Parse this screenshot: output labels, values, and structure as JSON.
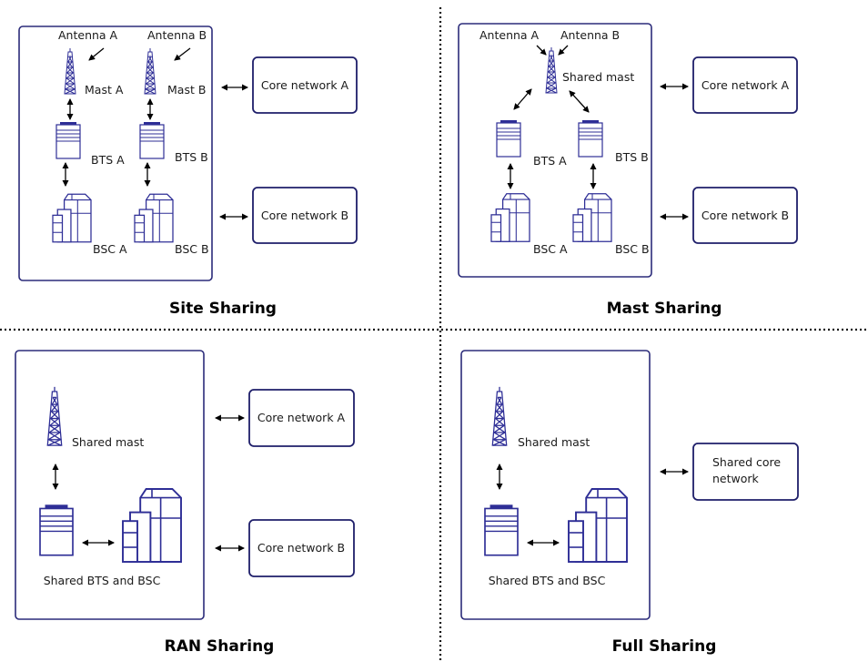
{
  "panels": {
    "site": {
      "caption": "Site Sharing",
      "antenna_a": "Antenna A",
      "antenna_b": "Antenna B",
      "mast_a": "Mast A",
      "mast_b": "Mast B",
      "bts_a": "BTS A",
      "bts_b": "BTS B",
      "bsc_a": "BSC A",
      "bsc_b": "BSC B",
      "core_a": "Core network A",
      "core_b": "Core network B"
    },
    "mast": {
      "caption": "Mast Sharing",
      "antenna_a": "Antenna A",
      "antenna_b": "Antenna B",
      "shared_mast": "Shared mast",
      "bts_a": "BTS A",
      "bts_b": "BTS B",
      "bsc_a": "BSC A",
      "bsc_b": "BSC B",
      "core_a": "Core network A",
      "core_b": "Core network B"
    },
    "ran": {
      "caption": "RAN Sharing",
      "shared_mast": "Shared mast",
      "shared_bts_bsc": "Shared BTS and BSC",
      "core_a": "Core network A",
      "core_b": "Core network B"
    },
    "full": {
      "caption": "Full Sharing",
      "shared_mast": "Shared mast",
      "shared_bts_bsc": "Shared BTS and BSC",
      "shared_core_line1": "Shared core",
      "shared_core_line2": "network"
    }
  },
  "colors": {
    "frame": "#2b2b7a",
    "device": "#2e2e96",
    "divider": "#111111"
  }
}
